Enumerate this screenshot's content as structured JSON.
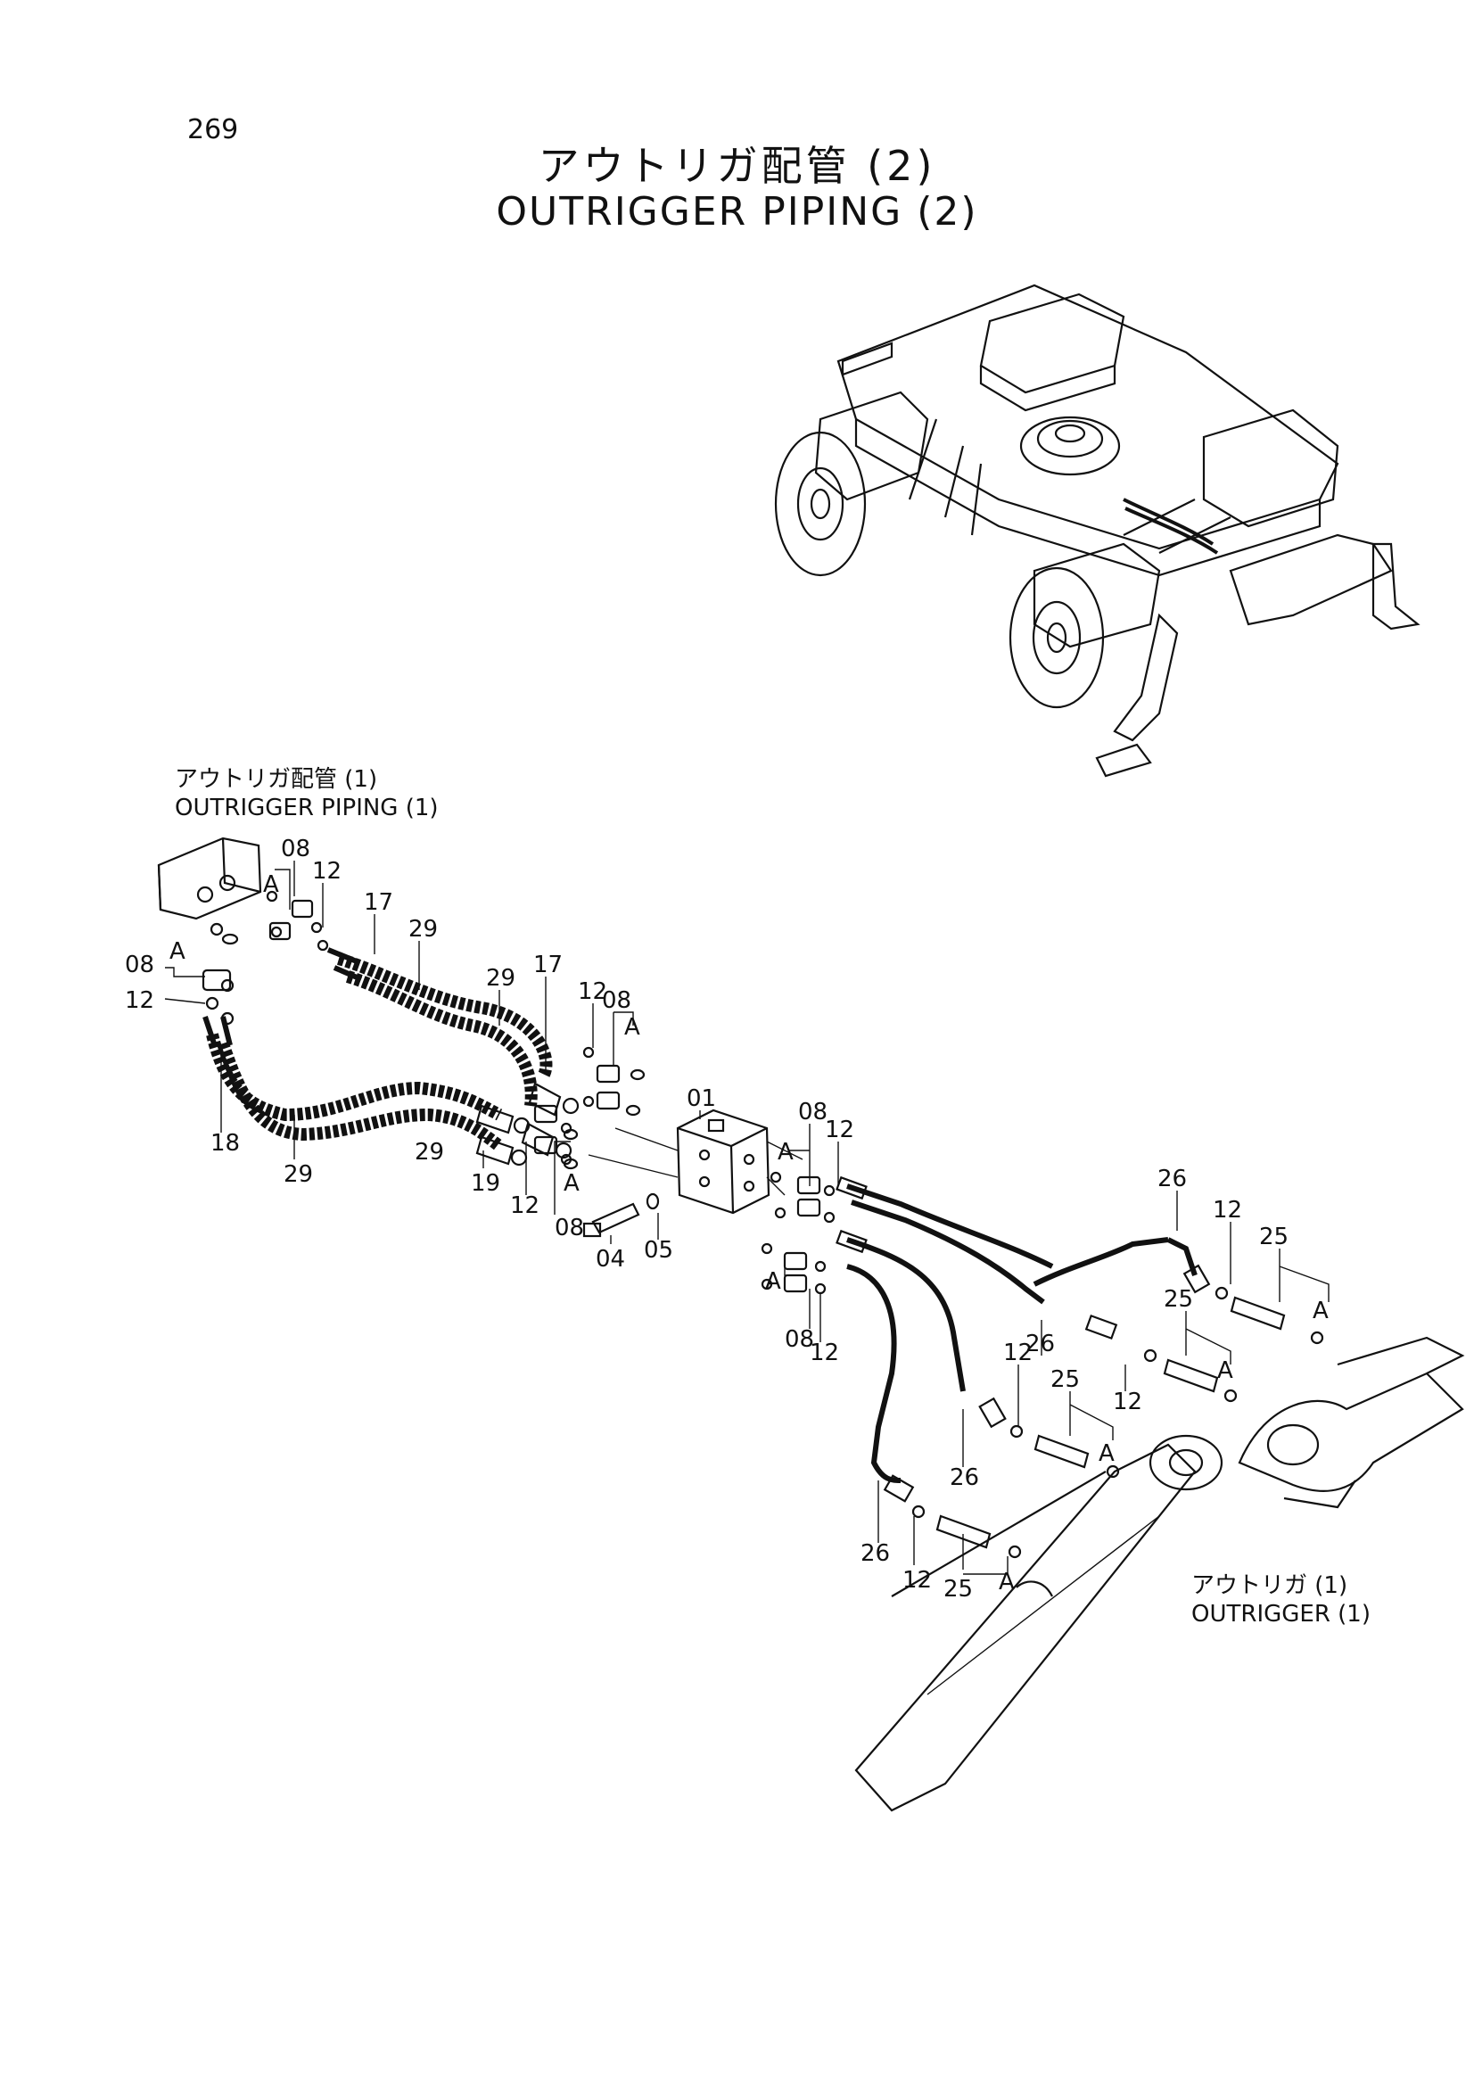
{
  "page_number": "269",
  "title_jp": "アウトリガ配管 (2)",
  "title_en": "OUTRIGGER PIPING (2)",
  "reference_piping": {
    "jp": "アウトリガ配管 (1)",
    "en": "OUTRIGGER PIPING (1)"
  },
  "reference_outrigger": {
    "jp": "アウトリガ (1)",
    "en": "OUTRIGGER (1)"
  },
  "callouts": {
    "c01": "01",
    "c04": "04",
    "c05": "05",
    "c08a": "08",
    "c08b": "08",
    "c08c": "08",
    "c08d": "08",
    "c08e": "08",
    "c08f": "08",
    "c12a": "12",
    "c12b": "12",
    "c12c": "12",
    "c12d": "12",
    "c12e": "12",
    "c12f": "12",
    "c12g": "12",
    "c12h": "12",
    "c12i": "12",
    "c12j": "12",
    "c17a": "17",
    "c17b": "17",
    "c18": "18",
    "c19": "19",
    "c25a": "25",
    "c25b": "25",
    "c25c": "25",
    "c25d": "25",
    "c26a": "26",
    "c26b": "26",
    "c26c": "26",
    "c26d": "26",
    "c29a": "29",
    "c29b": "29",
    "c29c": "29",
    "c29d": "29",
    "a1": "A",
    "a2": "A",
    "a3": "A",
    "a4": "A",
    "a5": "A",
    "a6": "A",
    "a7": "A",
    "a8": "A",
    "a9": "A",
    "a10": "A"
  }
}
